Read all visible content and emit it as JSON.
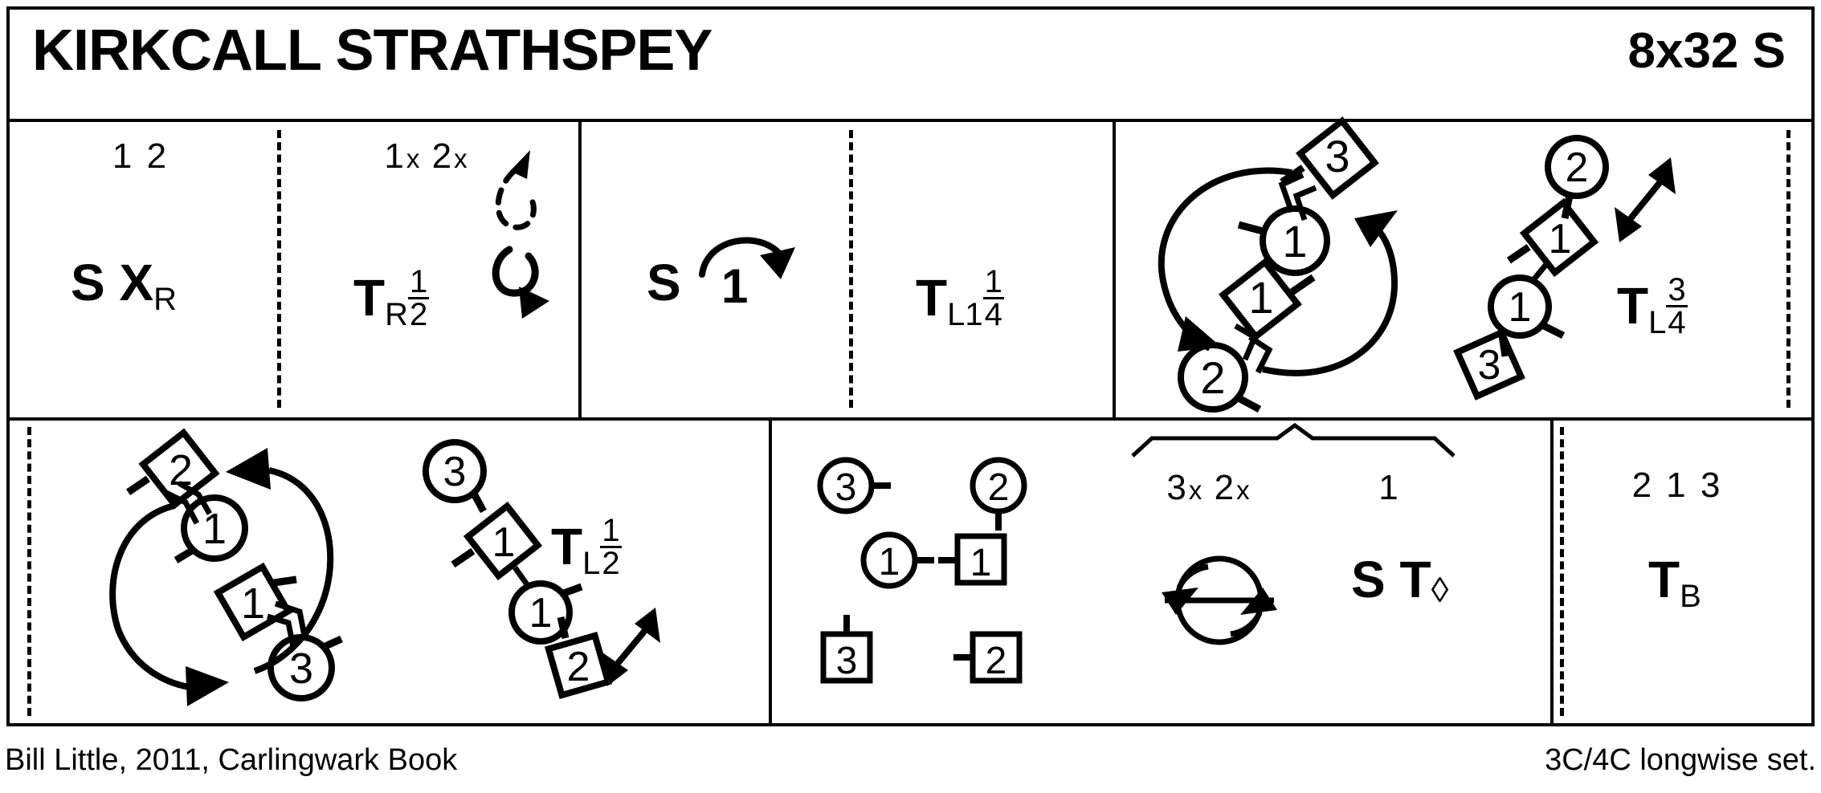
{
  "header": {
    "title": "KIRKCALL STRATHSPEY",
    "meta": "8x32 S"
  },
  "footer": {
    "author": "Bill Little, 2011, Carlingwark Book",
    "set": "3C/4C longwise set."
  },
  "bars": [
    {
      "id": "bar-1",
      "position_label": "1 2",
      "figure_letter": "S X",
      "figure_sub": "R"
    },
    {
      "id": "bar-2",
      "position_label": "1x 2x",
      "position_label_sub": "x",
      "figure_letter": "T",
      "figure_sub": "R",
      "figure_frac_num": "1",
      "figure_frac_den": "2"
    },
    {
      "id": "bar-3",
      "figure_letter": "S",
      "dancer_label": "1"
    },
    {
      "id": "bar-4",
      "figure_letter": "T",
      "figure_sub": "L1",
      "figure_frac_num": "1",
      "figure_frac_den": "4"
    },
    {
      "id": "bar-5",
      "dancers": [
        "3",
        "1",
        "1",
        "2"
      ]
    },
    {
      "id": "bar-6",
      "dancers": [
        "2",
        "1",
        "1",
        "3"
      ],
      "figure_letter": "T",
      "figure_sub": "L",
      "figure_frac_num": "3",
      "figure_frac_den": "4"
    },
    {
      "id": "bar-7",
      "dancers": [
        "2",
        "1",
        "1",
        "3"
      ]
    },
    {
      "id": "bar-8",
      "dancers": [
        "3",
        "1",
        "1",
        "2"
      ],
      "figure_letter": "T",
      "figure_sub": "L",
      "figure_frac_num": "1",
      "figure_frac_den": "2"
    },
    {
      "id": "bar-9",
      "set_positions": [
        {
          "shape": "circle",
          "label": "3"
        },
        {
          "shape": "circle",
          "label": "2"
        },
        {
          "shape": "circle",
          "label": "1"
        },
        {
          "shape": "square",
          "label": "1"
        },
        {
          "shape": "square",
          "label": "3"
        },
        {
          "shape": "square",
          "label": "2"
        }
      ]
    },
    {
      "id": "bar-10",
      "bracket_left": "3x 2x",
      "bracket_left_sub": "x",
      "bracket_right": "1",
      "figure_letter": "S T",
      "figure_symbol": "◊"
    },
    {
      "id": "bar-11",
      "position_label": "2 1 3",
      "figure_letter": "T",
      "figure_sub": "B"
    }
  ],
  "icons": {
    "dashed_loop": "dashed-loop-arrow-icon",
    "solid_loop": "solid-loop-arrow-icon",
    "arc_arrow": "arc-arrow-icon",
    "double_arrow": "double-headed-arrow-icon",
    "circle_cross": "circle-with-chord-icon",
    "bracket": "bracket-icon"
  },
  "colors": {
    "ink": "#000000",
    "paper": "#ffffff"
  }
}
